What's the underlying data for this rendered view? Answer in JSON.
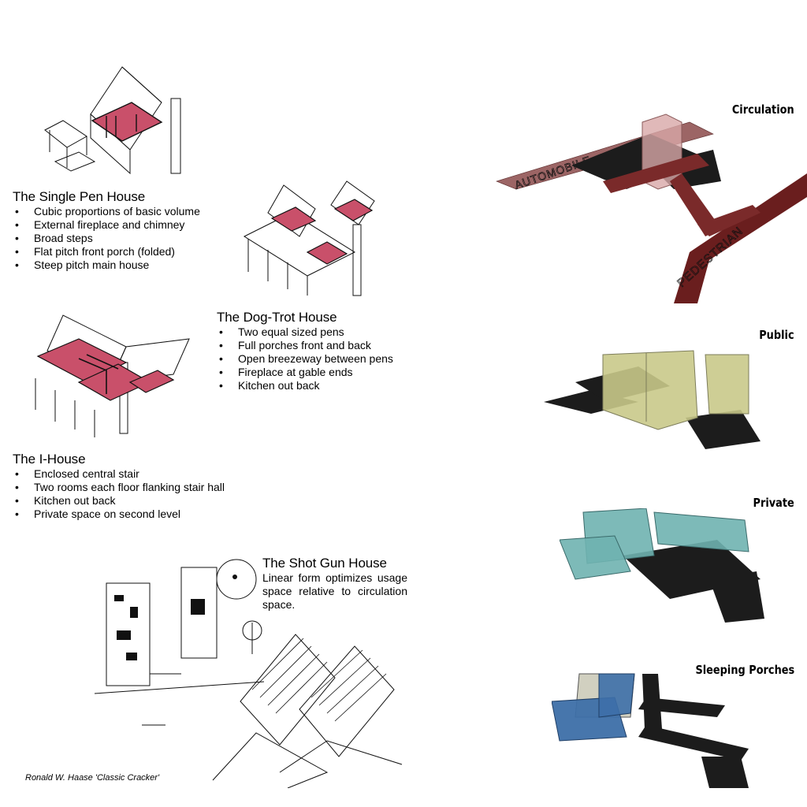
{
  "houses": [
    {
      "title": "The Single Pen House",
      "bullets": [
        "Cubic proportions of basic volume",
        "External fireplace and chimney",
        "Broad steps",
        "Flat pitch front porch (folded)",
        "Steep pitch main house"
      ]
    },
    {
      "title": "The Dog-Trot House",
      "bullets": [
        "Two equal sized pens",
        "Full porches front and back",
        "Open breezeway between pens",
        "Fireplace at gable ends",
        "Kitchen out back"
      ]
    },
    {
      "title": "The I-House",
      "bullets": [
        "Enclosed central stair",
        "Two rooms each floor flanking stair hall",
        "Kitchen out back",
        "Private space on second level"
      ]
    },
    {
      "title": "The Shot Gun House",
      "description": "Linear form optimizes usage space relative to circulation space."
    }
  ],
  "credit": "Ronald W. Haase 'Classic Cracker'",
  "diagrams": [
    {
      "label": "Circulation",
      "road_labels": [
        "AUTOMOBILE",
        "PEDESTRIAN"
      ],
      "color": "#8a3a3a"
    },
    {
      "label": "Public",
      "color": "#c9c98a"
    },
    {
      "label": "Private",
      "color": "#6fb3b0"
    },
    {
      "label": "Sleeping Porches",
      "color": "#3d6fa8"
    }
  ],
  "colors": {
    "sketch_fill": "#c9506a",
    "dark_volume": "#1c1c1c"
  }
}
